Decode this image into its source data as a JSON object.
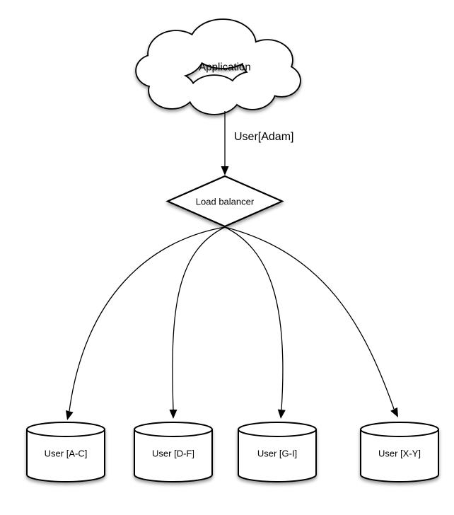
{
  "diagram": {
    "background_color": "#ffffff",
    "stroke_color": "#000000",
    "node_fill_color": "#ffffff",
    "text_color": "#000000",
    "nodes": {
      "application": {
        "label": "Application",
        "shape": "cloud"
      },
      "load_balancer": {
        "label": "Load balancer",
        "shape": "diamond"
      },
      "databases": [
        {
          "label": "User [A-C]",
          "shape": "cylinder"
        },
        {
          "label": "User [D-F]",
          "shape": "cylinder"
        },
        {
          "label": "User [G-I]",
          "shape": "cylinder"
        },
        {
          "label": "User [X-Y]",
          "shape": "cylinder"
        }
      ]
    },
    "edges": [
      {
        "from": "application",
        "to": "load_balancer",
        "label": "User[Adam]"
      },
      {
        "from": "load_balancer",
        "to": "databases.0",
        "label": ""
      },
      {
        "from": "load_balancer",
        "to": "databases.1",
        "label": ""
      },
      {
        "from": "load_balancer",
        "to": "databases.2",
        "label": ""
      },
      {
        "from": "load_balancer",
        "to": "databases.3",
        "label": ""
      }
    ]
  }
}
